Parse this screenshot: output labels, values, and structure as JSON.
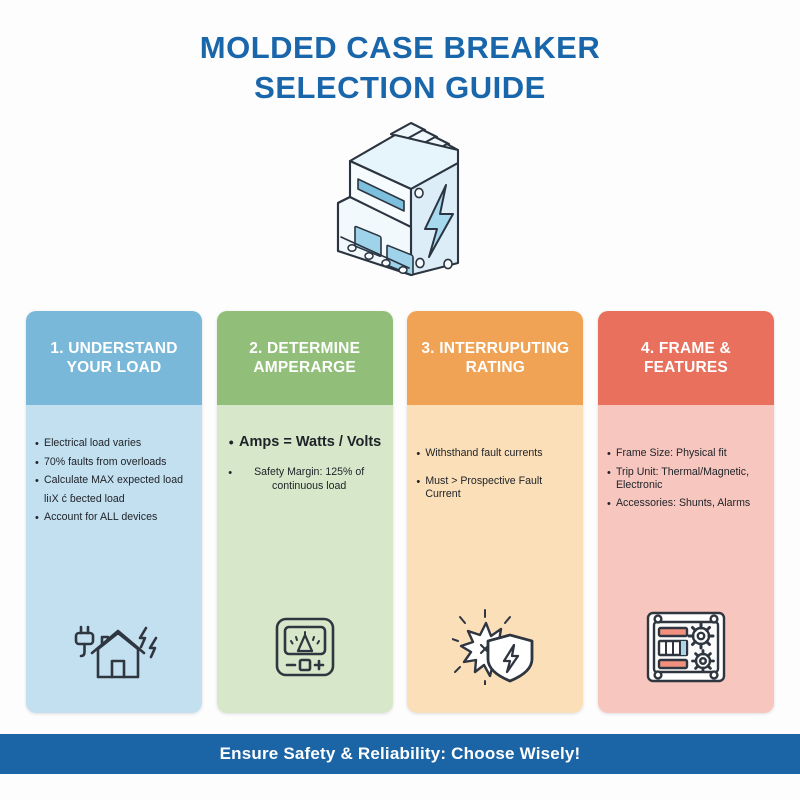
{
  "title": {
    "line1": "MOLDED CASE BREAKER",
    "line2": "SELECTION GUIDE",
    "color": "#1a66ab"
  },
  "hero": {
    "icon": "molded-case-circuit-breaker-3d",
    "accent_color": "#9ed3ea",
    "outline_color": "#2b3440"
  },
  "cards": [
    {
      "id": "understand-your-load",
      "header_line1": "1. UNDERSTAND",
      "header_line2": "YOUR LOAD",
      "header_color": "#79b8d9",
      "body_color": "#c3e0f0",
      "icon": "house-with-plug-and-lightning-icon",
      "bullets": [
        {
          "text": "Electrical load varies",
          "style": "normal"
        },
        {
          "text": "70% faults from overloads",
          "style": "normal"
        },
        {
          "text": "Calculate MAX expected load",
          "style": "normal"
        },
        {
          "text": "liıX ć ɓected load",
          "style": "continuation"
        },
        {
          "text": "Account for ALL devices",
          "style": "normal"
        }
      ]
    },
    {
      "id": "determine-amperage",
      "header_line1": "2. DETERMINE",
      "header_line2": "AMPERARGE",
      "header_color": "#91bf7a",
      "body_color": "#d6e8c9",
      "icon": "analog-ammeter-gauge-icon",
      "bullets": [
        {
          "text": "Amps = Watts / Volts",
          "style": "big"
        },
        {
          "text": "Safety Margin: 125% of continuous load",
          "style": "small"
        }
      ]
    },
    {
      "id": "interrupting-rating",
      "header_line1": "3. INTERRUPUTING",
      "header_line2": "RATING",
      "header_color": "#f0a355",
      "body_color": "#fbdfb9",
      "icon": "arc-flash-with-shield-icon",
      "bullets": [
        {
          "text": "Withsthand fault currents",
          "style": "normal"
        },
        {
          "text": "Must > Prospective Fault Current",
          "style": "normal"
        }
      ]
    },
    {
      "id": "frame-and-features",
      "header_line1": "4. FRAME &",
      "header_line2": "FEATURES",
      "header_color": "#e8705c",
      "body_color": "#f7c6be",
      "icon": "breaker-panel-with-gears-icon",
      "bullets": [
        {
          "text": "Frame Size: Physical fit",
          "style": "normal"
        },
        {
          "text": "Trip Unit: Thermal/Magnetic, Electronic",
          "style": "normal"
        },
        {
          "text": "Accessories: Shunts, Alarms",
          "style": "normal"
        }
      ]
    }
  ],
  "footer": {
    "text": "Ensure Safety & Reliability: Choose Wisely!",
    "background_color": "#1b64a5",
    "text_color": "#ffffff"
  },
  "bullet_glyph": "•"
}
